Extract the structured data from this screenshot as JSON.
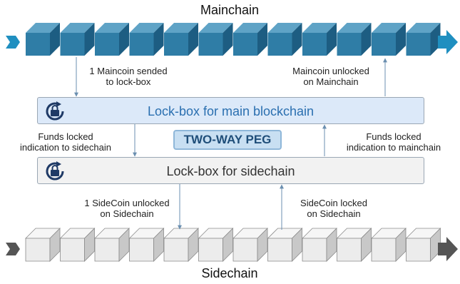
{
  "mainchain": {
    "title": "Mainchain",
    "block_count": 12,
    "colors": {
      "top": "#5fa3c6",
      "front": "#2f7da6",
      "side": "#1d5d82",
      "arrow": "#1f8fc0"
    }
  },
  "sidechain": {
    "title": "Sidechain",
    "block_count": 12,
    "colors": {
      "top": "#f6f6f6",
      "front": "#ececec",
      "side": "#c8c8c8",
      "outline": "#8a8a8a",
      "arrow": "#555555"
    }
  },
  "lockbox_main": {
    "label": "Lock-box for main blockchain",
    "color": "#2a6fb0"
  },
  "lockbox_side": {
    "label": "Lock-box for sidechain",
    "color": "#333333"
  },
  "peg_label": "TWO-WAY PEG",
  "annotations": {
    "sended": [
      "1 Maincoin sended",
      "to lock-box"
    ],
    "unlocked_main": [
      "Maincoin unlocked",
      "on Mainchain"
    ],
    "funds_side": [
      "Funds locked",
      "indication to sidechain"
    ],
    "funds_main": [
      "Funds locked",
      "indication to mainchain"
    ],
    "sidecoin_unlocked": [
      "1 SideCoin unlocked",
      "on Sidechain"
    ],
    "sidecoin_locked": [
      "SideCoin locked",
      "on Sidechain"
    ]
  },
  "icons": {
    "lock": "lock-refresh-icon",
    "chain_arrow": "chevron-arrow-icon"
  }
}
